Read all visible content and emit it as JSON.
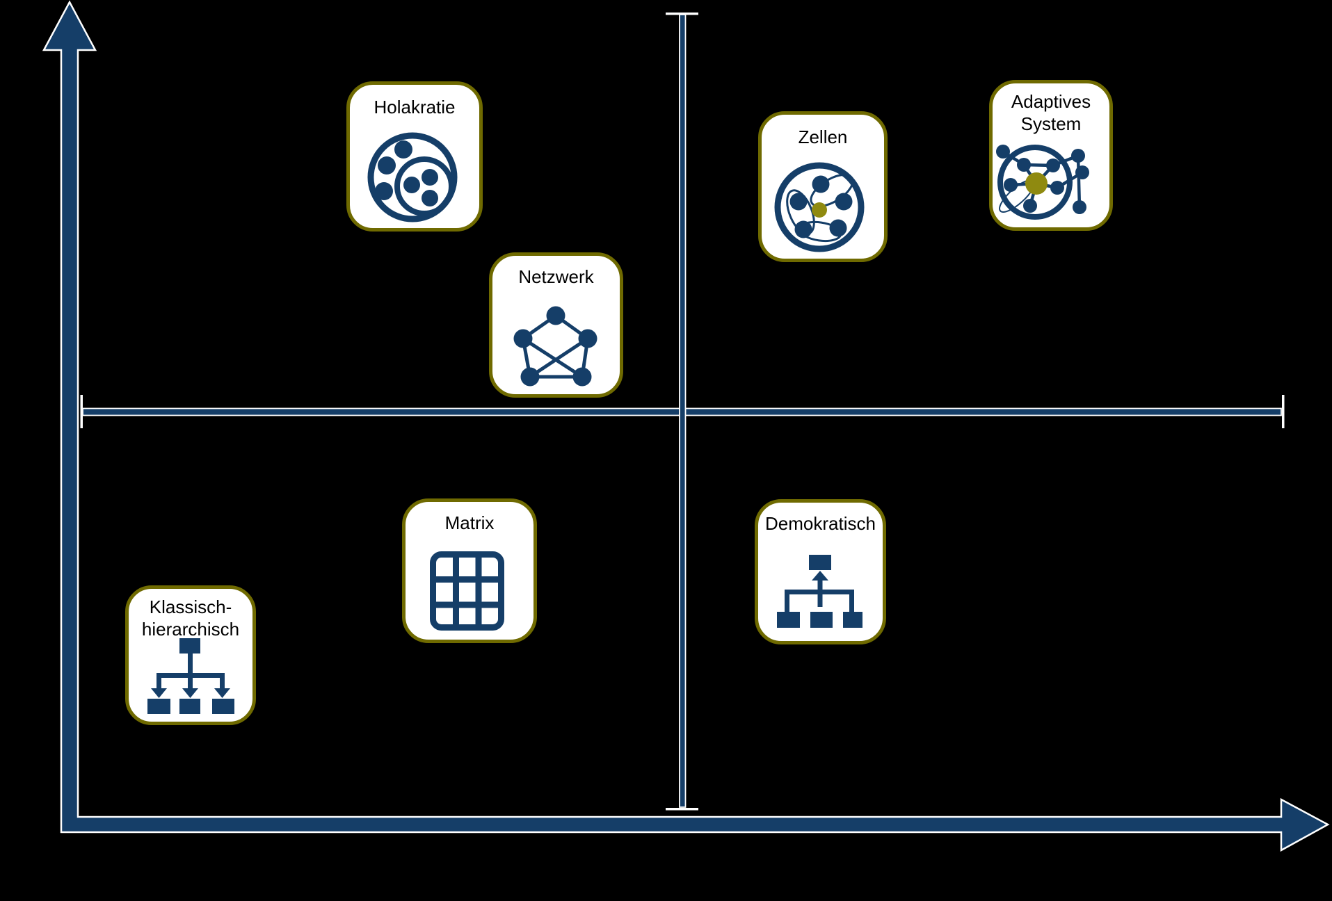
{
  "diagram": {
    "background": "#000000",
    "colors": {
      "bg": "#000000",
      "navy": "#153e68",
      "outline": "#ffffff",
      "card_border": "#6f6a00",
      "accent_dot": "#8f8a10",
      "card_bg": "#ffffff",
      "label_text": "#000000"
    },
    "axes": {
      "y_axis": "up-arrow",
      "x_axis": "right-arrow",
      "dividers": "quadrant-cross"
    },
    "cards": [
      {
        "id": "holakratie",
        "label": "Holakratie",
        "lines": [
          "Holakratie"
        ],
        "icon": "holacracy-circles-icon",
        "quadrant": "top-left"
      },
      {
        "id": "netzwerk",
        "label": "Netzwerk",
        "lines": [
          "Netzwerk"
        ],
        "icon": "network-pentagon-icon",
        "quadrant": "top-left"
      },
      {
        "id": "zellen",
        "label": "Zellen",
        "lines": [
          "Zellen"
        ],
        "icon": "cells-circle-icon",
        "quadrant": "top-right"
      },
      {
        "id": "adaptives-system",
        "label": "Adaptives System",
        "lines": [
          "Adaptives",
          "System"
        ],
        "icon": "adaptive-network-icon",
        "quadrant": "top-right"
      },
      {
        "id": "matrix",
        "label": "Matrix",
        "lines": [
          "Matrix"
        ],
        "icon": "matrix-grid-icon",
        "quadrant": "bottom-left"
      },
      {
        "id": "demokratisch",
        "label": "Demokratisch",
        "lines": [
          "Demokratisch"
        ],
        "icon": "bottom-up-orgchart-icon",
        "quadrant": "bottom-right"
      },
      {
        "id": "klassisch-hierarchisch",
        "label": "Klassisch-hierarchisch",
        "lines": [
          "Klassisch-",
          "hierarchisch"
        ],
        "icon": "top-down-orgchart-icon",
        "quadrant": "bottom-left"
      }
    ]
  }
}
